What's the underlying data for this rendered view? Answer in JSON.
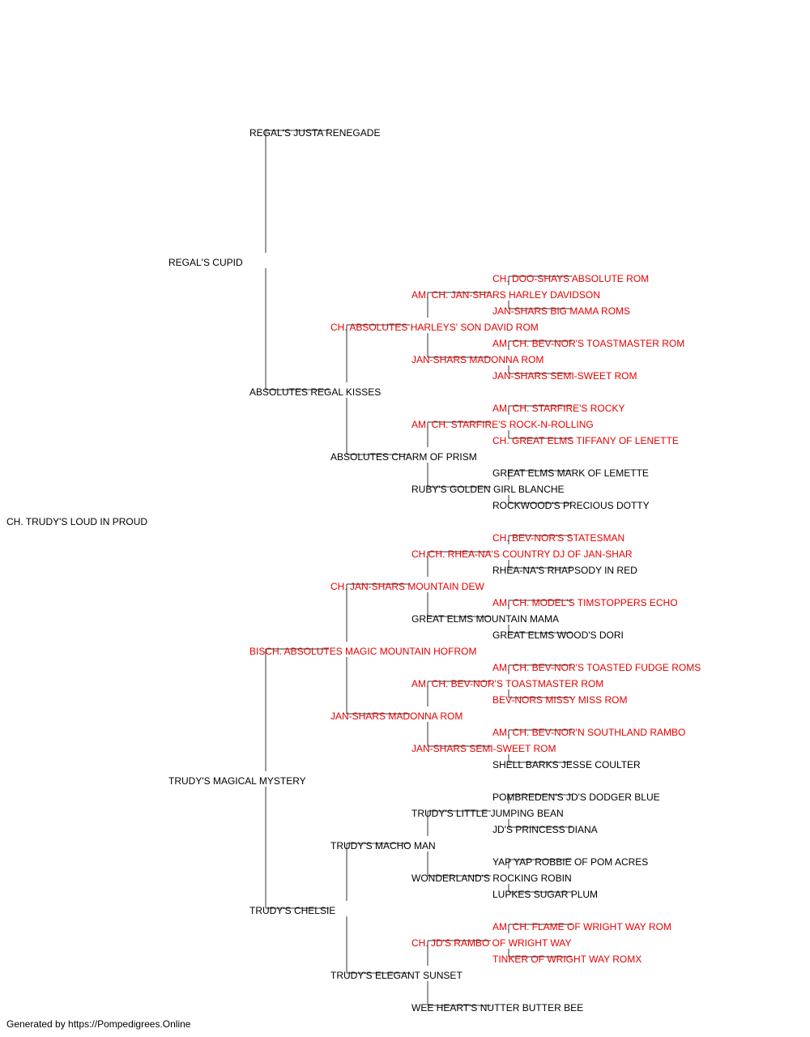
{
  "colors": {
    "champion": "#e60000",
    "normal": "#000000",
    "connector": "#333333"
  },
  "subject": {
    "name": "CH. TRUDY'S LOUD IN PROUD",
    "champion": false
  },
  "sire": {
    "name": "REGAL'S CUPID",
    "champion": false,
    "sire": {
      "name": "REGAL'S JUSTA RENEGADE",
      "champion": false
    },
    "dam": {
      "name": "ABSOLUTES REGAL KISSES",
      "champion": false,
      "sire": {
        "name": "CH. ABSOLUTES HARLEYS' SON DAVID ROM",
        "champion": true,
        "sire": {
          "name": "AM. CH. JAN-SHARS HARLEY DAVIDSON",
          "champion": true,
          "sire": {
            "name": "CH. DOO-SHAYS ABSOLUTE ROM",
            "champion": true
          },
          "dam": {
            "name": "JAN-SHARS BIG MAMA ROMS",
            "champion": true
          }
        },
        "dam": {
          "name": "JAN-SHARS MADONNA ROM",
          "champion": true,
          "sire": {
            "name": "AM. CH. BEV-NOR'S TOASTMASTER ROM",
            "champion": true
          },
          "dam": {
            "name": "JAN-SHARS SEMI-SWEET ROM",
            "champion": true
          }
        }
      },
      "dam": {
        "name": "ABSOLUTES CHARM OF PRISM",
        "champion": false,
        "sire": {
          "name": "AM. CH. STARFIRE'S ROCK-N-ROLLING",
          "champion": true,
          "sire": {
            "name": "AM. CH. STARFIRE'S ROCKY",
            "champion": true
          },
          "dam": {
            "name": "CH. GREAT ELMS TIFFANY OF LENETTE",
            "champion": true
          }
        },
        "dam": {
          "name": "RUBY'S GOLDEN GIRL BLANCHE",
          "champion": false,
          "sire": {
            "name": "GREAT ELMS MARK OF LEMETTE",
            "champion": false
          },
          "dam": {
            "name": "ROCKWOOD'S PRECIOUS DOTTY",
            "champion": false
          }
        }
      }
    }
  },
  "dam": {
    "name": "TRUDY'S MAGICAL MYSTERY",
    "champion": false,
    "sire": {
      "name": "BISCH. ABSOLUTES MAGIC MOUNTAIN HOFROM",
      "champion": true,
      "sire": {
        "name": "CH. JAN-SHARS MOUNTAIN DEW",
        "champion": true,
        "sire": {
          "name": "CH.CH. RHEA-NA'S COUNTRY DJ OF JAN-SHAR",
          "champion": true,
          "sire": {
            "name": "CH. BEV-NOR'S STATESMAN",
            "champion": true
          },
          "dam": {
            "name": "RHEA-NA'S RHAPSODY IN RED",
            "champion": false
          }
        },
        "dam": {
          "name": "GREAT ELMS MOUNTAIN MAMA",
          "champion": false,
          "sire": {
            "name": "AM. CH. MODEL'S TIMSTOPPERS ECHO",
            "champion": true
          },
          "dam": {
            "name": "GREAT ELMS WOOD'S DORI",
            "champion": false
          }
        }
      },
      "dam": {
        "name": "JAN-SHARS MADONNA ROM",
        "champion": true,
        "sire": {
          "name": "AM. CH. BEV-NOR'S TOASTMASTER ROM",
          "champion": true,
          "sire": {
            "name": "AM. CH. BEV-NOR'S TOASTED FUDGE ROMS",
            "champion": true
          },
          "dam": {
            "name": "BEV-NORS MISSY MISS ROM",
            "champion": true
          }
        },
        "dam": {
          "name": "JAN-SHARS SEMI-SWEET ROM",
          "champion": true,
          "sire": {
            "name": "AM. CH. BEV-NOR'N SOUTHLAND RAMBO",
            "champion": true
          },
          "dam": {
            "name": "SHELL BARKS JESSE COULTER",
            "champion": false
          }
        }
      }
    },
    "dam": {
      "name": "TRUDY'S CHELSIE",
      "champion": false,
      "sire": {
        "name": "TRUDY'S MACHO MAN",
        "champion": false,
        "sire": {
          "name": "TRUDY'S LITTLE JUMPING BEAN",
          "champion": false,
          "sire": {
            "name": "POMBREDEN'S JD'S DODGER BLUE",
            "champion": false
          },
          "dam": {
            "name": "JD'S PRINCESS DIANA",
            "champion": false
          }
        },
        "dam": {
          "name": "WONDERLAND'S ROCKING ROBIN",
          "champion": false,
          "sire": {
            "name": "YAP YAP ROBBIE OF POM ACRES",
            "champion": false
          },
          "dam": {
            "name": "LUPKES SUGAR PLUM",
            "champion": false
          }
        }
      },
      "dam": {
        "name": "TRUDY'S ELEGANT SUNSET",
        "champion": false,
        "sire": {
          "name": "CH. JD'S RAMBO OF WRIGHT WAY",
          "champion": true,
          "sire": {
            "name": "AM. CH. FLAME OF WRIGHT WAY ROM",
            "champion": true
          },
          "dam": {
            "name": "TINKER OF WRIGHT WAY ROMX",
            "champion": true
          }
        },
        "dam": {
          "name": "WEE HEART'S NUTTER BUTTER BEE",
          "champion": false
        }
      }
    }
  },
  "footer": {
    "text": "Generated by https://Pompedigrees.Online"
  }
}
